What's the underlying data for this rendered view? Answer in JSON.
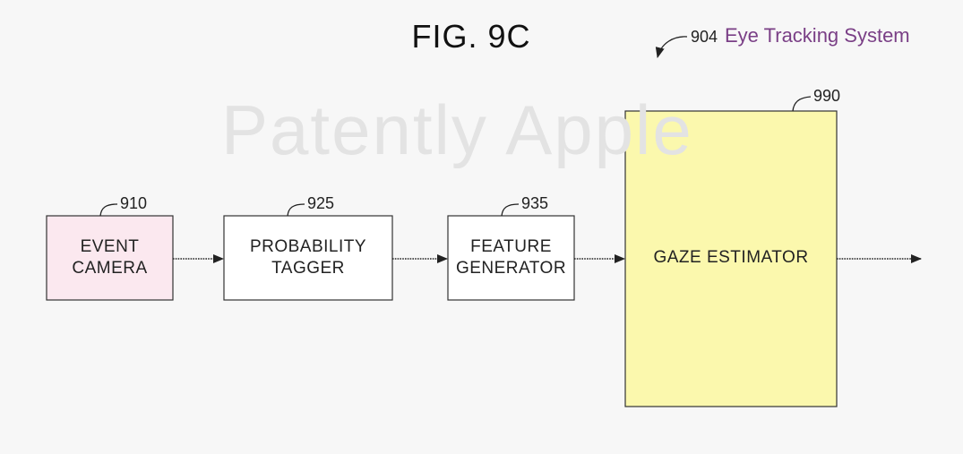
{
  "figure": {
    "title": "FIG. 9C",
    "watermark": "Patently Apple",
    "system": {
      "ref": "904",
      "name": "Eye Tracking System",
      "name_color": "#7a3f86"
    }
  },
  "blocks": [
    {
      "ref": "910",
      "lines": [
        "EVENT",
        "CAMERA"
      ],
      "fill": "#fbe8ef"
    },
    {
      "ref": "925",
      "lines": [
        "PROBABILITY",
        "TAGGER"
      ],
      "fill": "#ffffff"
    },
    {
      "ref": "935",
      "lines": [
        "FEATURE",
        "GENERATOR"
      ],
      "fill": "#ffffff"
    },
    {
      "ref": "990",
      "lines": [
        "GAZE ESTIMATOR"
      ],
      "fill": "#fbf8ad"
    }
  ]
}
